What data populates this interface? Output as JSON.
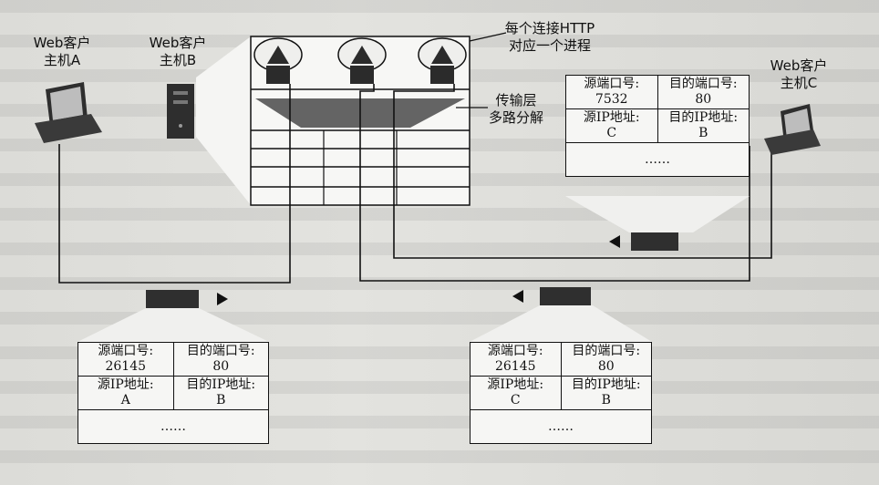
{
  "hosts": {
    "a": {
      "line1": "Web客户",
      "line2": "主机A"
    },
    "b": {
      "line1": "Web客户",
      "line2": "主机B"
    },
    "c": {
      "line1": "Web客户",
      "line2": "主机C"
    }
  },
  "server": {
    "process_note_line1": "每个连接HTTP",
    "process_note_line2": "对应一个进程",
    "demux_line1": "传输层",
    "demux_line2": "多路分解"
  },
  "segments": {
    "c_upper": {
      "src_port_label": "源端口号:",
      "src_port": "7532",
      "dst_port_label": "目的端口号:",
      "dst_port": "80",
      "src_ip_label": "源IP地址:",
      "src_ip": "C",
      "dst_ip_label": "目的IP地址:",
      "dst_ip": "B",
      "ellipsis": "……"
    },
    "a": {
      "src_port_label": "源端口号:",
      "src_port": "26145",
      "dst_port_label": "目的端口号:",
      "dst_port": "80",
      "src_ip_label": "源IP地址:",
      "src_ip": "A",
      "dst_ip_label": "目的IP地址:",
      "dst_ip": "B",
      "ellipsis": "……"
    },
    "c_lower": {
      "src_port_label": "源端口号:",
      "src_port": "26145",
      "dst_port_label": "目的端口号:",
      "dst_port": "80",
      "src_ip_label": "源IP地址:",
      "src_ip": "C",
      "dst_ip_label": "目的IP地址:",
      "dst_ip": "B",
      "ellipsis": "……"
    }
  }
}
